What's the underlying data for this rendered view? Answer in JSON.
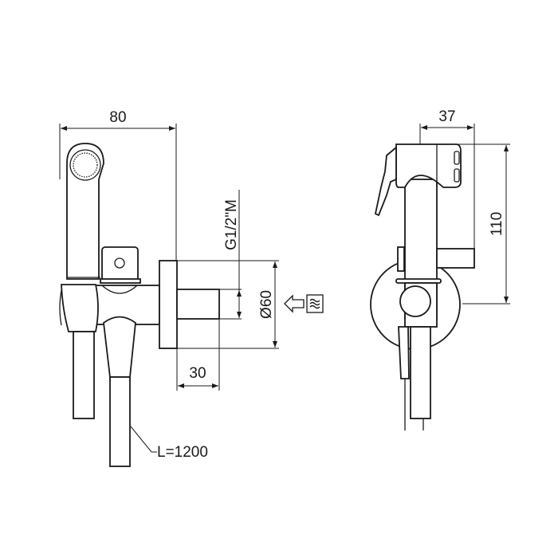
{
  "dimensions": {
    "width_total": "80",
    "thread": "G1/2\"M",
    "plate_diameter": "Ø60",
    "depth": "30",
    "hose_length": "L=1200",
    "head_depth": "37",
    "height": "110"
  },
  "icons": {
    "inlet": "arrow-left-icon",
    "water": "water-waves-icon"
  }
}
